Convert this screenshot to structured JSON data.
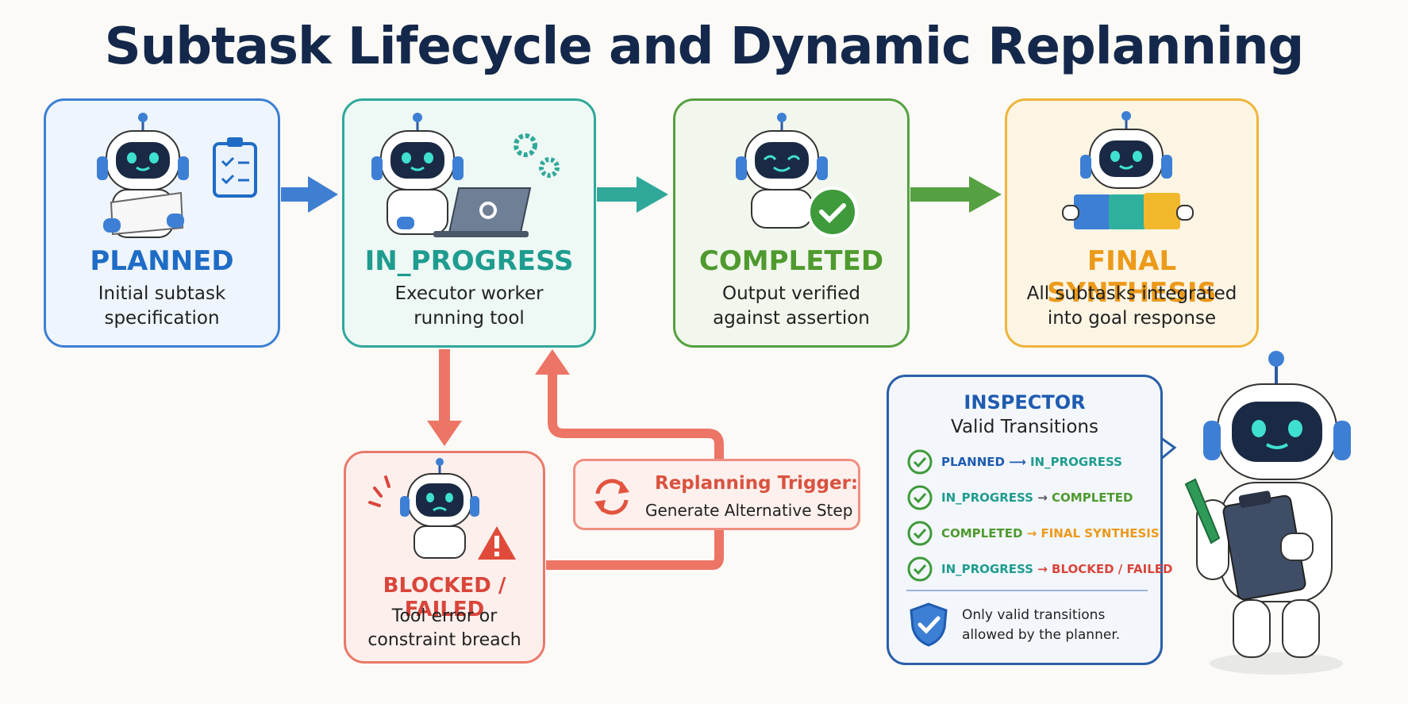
{
  "title": "Subtask Lifecycle and Dynamic Replanning",
  "states": {
    "planned": {
      "name": "PLANNED",
      "desc1": "Initial subtask",
      "desc2": "specification",
      "color": "#1f6cc6"
    },
    "in_progress": {
      "name": "IN_PROGRESS",
      "desc1": "Executor worker",
      "desc2": "running tool",
      "color": "#1e9c8f"
    },
    "completed": {
      "name": "COMPLETED",
      "desc1": "Output verified",
      "desc2": "against assertion",
      "color": "#4f9a2f"
    },
    "final_synthesis": {
      "name": "FINAL SYNTHESIS",
      "desc1": "All subtasks integrated",
      "desc2": "into goal response",
      "color": "#ec9a1a"
    },
    "blocked": {
      "name": "BLOCKED / FAILED",
      "desc1": "Tool error or",
      "desc2": "constraint breach",
      "color": "#d9453a"
    }
  },
  "replanning": {
    "title": "Replanning Trigger:",
    "subtitle": "Generate Alternative Step"
  },
  "inspector": {
    "title": "INSPECTOR",
    "subtitle": "Valid Transitions",
    "transitions": [
      {
        "from": "PLANNED",
        "to": "IN_PROGRESS"
      },
      {
        "from": "IN_PROGRESS",
        "to": "COMPLETED"
      },
      {
        "from": "COMPLETED",
        "to": "FINAL SYNTHESIS"
      },
      {
        "from": "IN_PROGRESS",
        "to": "BLOCKED / FAILED"
      }
    ],
    "note1": "Only valid transitions",
    "note2": "allowed by the planner."
  }
}
